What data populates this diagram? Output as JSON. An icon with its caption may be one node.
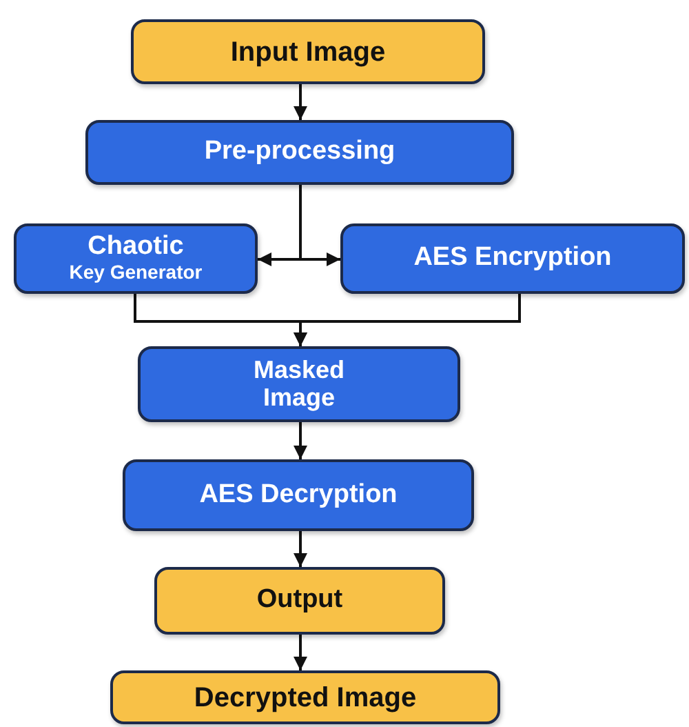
{
  "diagram": {
    "nodes": [
      {
        "text": [
          "Input Image"
        ]
      },
      {
        "text": [
          "Pre-processing"
        ]
      },
      {
        "text": [
          "Chaotic",
          "Key Generator"
        ]
      },
      {
        "text": [
          "AES Encryption"
        ]
      },
      {
        "text": [
          "Masked Image"
        ]
      },
      {
        "text": [
          "AES Decryption"
        ]
      },
      {
        "text": [
          "Output"
        ]
      },
      {
        "text": [
          "Decrypted Image"
        ]
      }
    ],
    "edges": [
      {
        "from": 0,
        "to": 1,
        "arrow": "to"
      },
      {
        "from": 1,
        "to": 2,
        "arrow": "to"
      },
      {
        "from": 1,
        "to": 3,
        "arrow": "to"
      },
      {
        "from": 2,
        "to": 4,
        "arrow": "to"
      },
      {
        "from": 3,
        "to": 4,
        "arrow": "to"
      },
      {
        "from": 4,
        "to": 5,
        "arrow": "to"
      },
      {
        "from": 5,
        "to": 6,
        "arrow": "to"
      },
      {
        "from": 6,
        "to": 7,
        "arrow": "to"
      }
    ]
  }
}
